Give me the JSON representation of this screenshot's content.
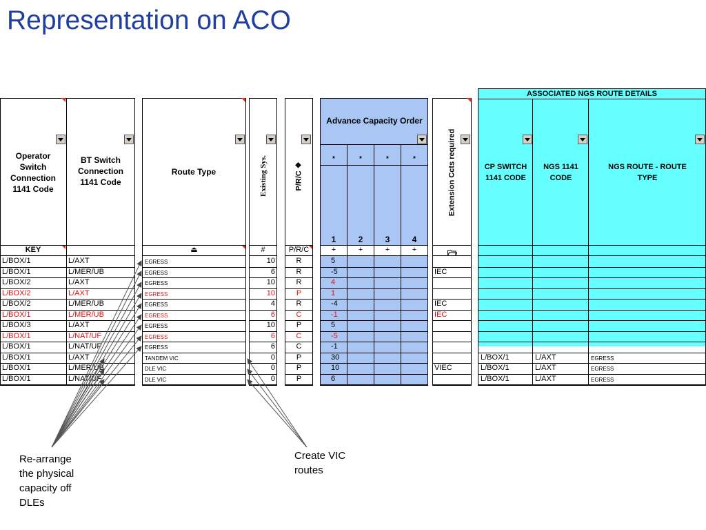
{
  "title": "Representation on ACO",
  "headers": {
    "operator": "Operator Switch Connection 1141 Code",
    "bt": "BT Switch Connection 1141 Code",
    "route_type": "Route Type",
    "existing": "Existing Sys.",
    "prc": "P/R/C ❖",
    "aco": "Advance Capacity Order",
    "aco_star": "*",
    "aco_cols": [
      "1",
      "2",
      "3",
      "4"
    ],
    "extension": "Extension Ccts required",
    "assoc": "ASSOCIATED NGS ROUTE DETAILS",
    "cp_switch": "CP SWITCH 1141 CODE",
    "ngs_1141": "NGS 1141 CODE",
    "ngs_route": "NGS ROUTE - ROUTE TYPE"
  },
  "key_row": {
    "key": "KEY",
    "route_symbol": "⏏",
    "existing": "#",
    "prc": "P/R/C",
    "plus": "+",
    "extension_icon": "folder-icon"
  },
  "rows": [
    {
      "op": "L/BOX/1",
      "bt": "L/AXT",
      "rt": "EGRESS",
      "ex": "10",
      "prc": "R",
      "aco1": "5",
      "ext": "",
      "cp": "",
      "ngs": "",
      "ngs_rt": "",
      "red": false
    },
    {
      "op": "L/BOX/1",
      "bt": "L/MER/UB",
      "rt": "EGRESS",
      "ex": "6",
      "prc": "R",
      "aco1": "-5",
      "ext": "IEC",
      "cp": "",
      "ngs": "",
      "ngs_rt": "",
      "red": false
    },
    {
      "op": "L/BOX/2",
      "bt": "L/AXT",
      "rt": "EGRESS",
      "ex": "10",
      "prc": "R",
      "aco1": "4",
      "ext": "",
      "cp": "",
      "ngs": "",
      "ngs_rt": "",
      "red": false
    },
    {
      "op": "L/BOX/2",
      "bt": "L/AXT",
      "rt": "EGRESS",
      "ex": "10",
      "prc": "P",
      "aco1": "1",
      "ext": "",
      "cp": "",
      "ngs": "",
      "ngs_rt": "",
      "red": true
    },
    {
      "op": "L/BOX/2",
      "bt": "L/MER/UB",
      "rt": "EGRESS",
      "ex": "4",
      "prc": "R",
      "aco1": "-4",
      "ext": "IEC",
      "cp": "",
      "ngs": "",
      "ngs_rt": "",
      "red": false
    },
    {
      "op": "L/BOX/1",
      "bt": "L/MER/UB",
      "rt": "EGRESS",
      "ex": "6",
      "prc": "C",
      "aco1": "-1",
      "ext": "IEC",
      "cp": "",
      "ngs": "",
      "ngs_rt": "",
      "red": true
    },
    {
      "op": "L/BOX/3",
      "bt": "L/AXT",
      "rt": "EGRESS",
      "ex": "10",
      "prc": "P",
      "aco1": "5",
      "ext": "",
      "cp": "",
      "ngs": "",
      "ngs_rt": "",
      "red": false
    },
    {
      "op": "L/BOX/1",
      "bt": "L/NAT/UF",
      "rt": "EGRESS",
      "ex": "6",
      "prc": "C",
      "aco1": "-5",
      "ext": "",
      "cp": "",
      "ngs": "",
      "ngs_rt": "",
      "red": true
    },
    {
      "op": "L/BOX/1",
      "bt": "L/NAT/UF",
      "rt": "EGRESS",
      "ex": "6",
      "prc": "C",
      "aco1": "-1",
      "ext": "",
      "cp": "",
      "ngs": "",
      "ngs_rt": "",
      "red": false
    },
    {
      "op": "L/BOX/1",
      "bt": "L/AXT",
      "rt": "TANDEM VIC",
      "ex": "0",
      "prc": "P",
      "aco1": "30",
      "ext": "",
      "cp": "L/BOX/1",
      "ngs": "L/AXT",
      "ngs_rt": "EGRESS",
      "red": false
    },
    {
      "op": "L/BOX/1",
      "bt": "L/MER/UB",
      "rt": "DLE VIC",
      "ex": "0",
      "prc": "P",
      "aco1": "10",
      "ext": "VIEC",
      "cp": "L/BOX/1",
      "ngs": "L/AXT",
      "ngs_rt": "EGRESS",
      "red": false
    },
    {
      "op": "L/BOX/1",
      "bt": "L/NAT/UF",
      "rt": "DLE VIC",
      "ex": "0",
      "prc": "P",
      "aco1": "6",
      "ext": "",
      "cp": "L/BOX/1",
      "ngs": "L/AXT",
      "ngs_rt": "EGRESS",
      "red": false
    }
  ],
  "notes": {
    "rearrange": "Re-arrange the physical capacity off DLEs",
    "create": "Create VIC routes"
  },
  "colors": {
    "title": "#1f3fa0",
    "aco_bg": "#a9c6f5",
    "ngs_bg": "#66ffff",
    "red_text": "#e01010"
  }
}
